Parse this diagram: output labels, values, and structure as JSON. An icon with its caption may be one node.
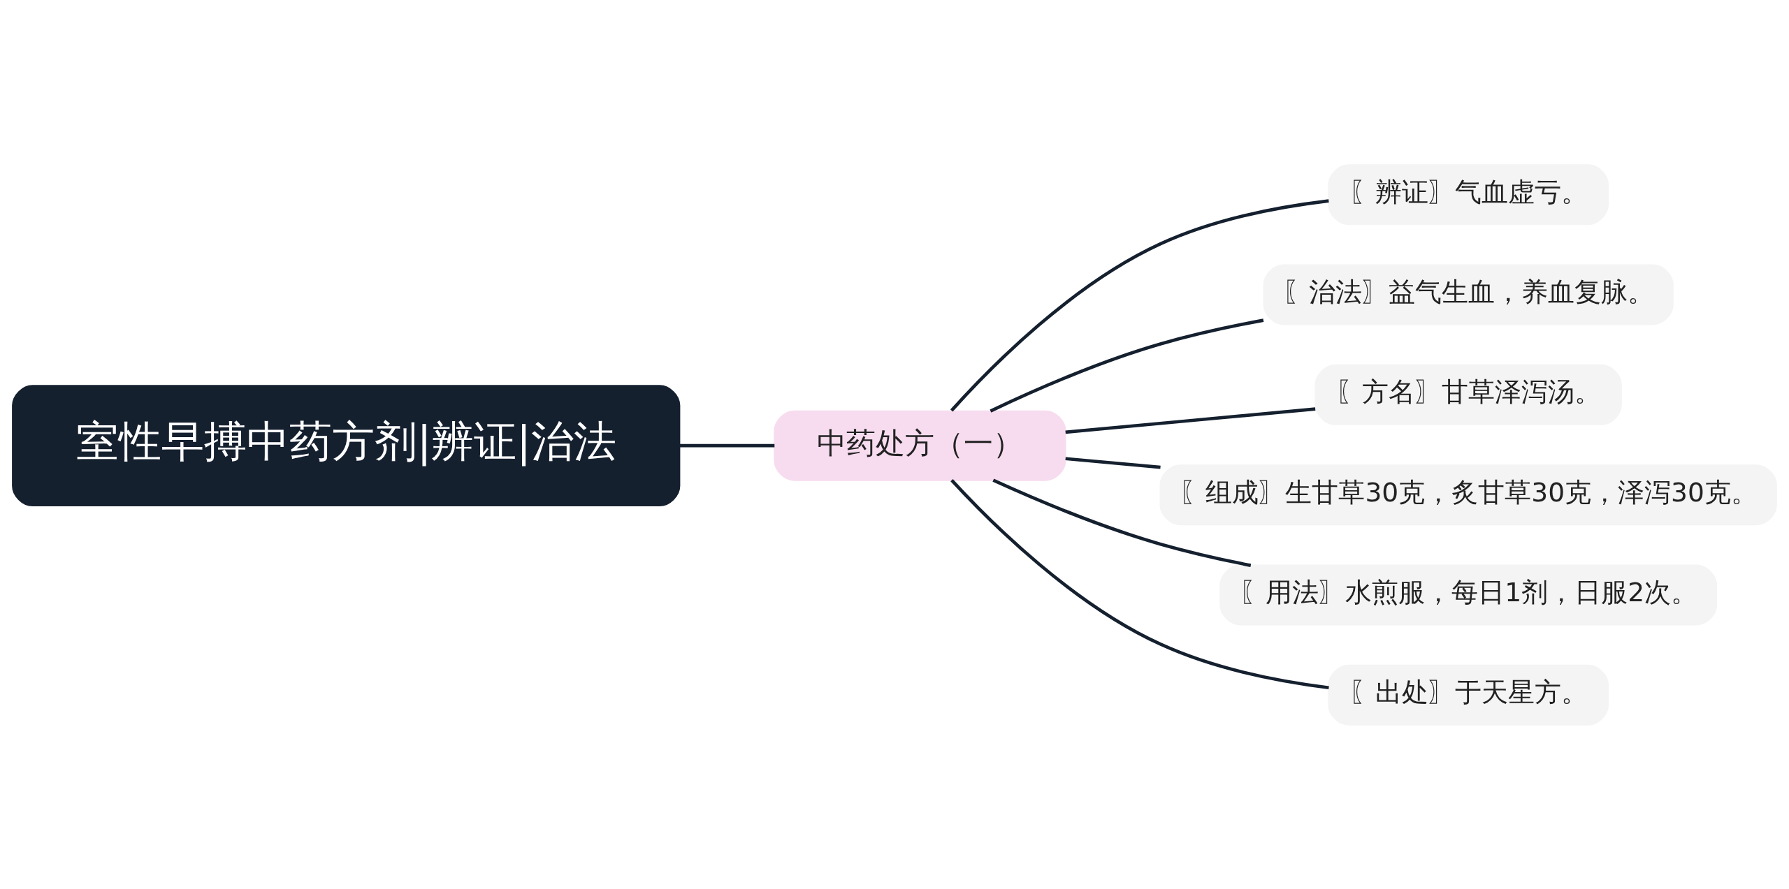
{
  "diagram": {
    "nodes": [
      {
        "text": [
          "室性早搏中药方剂|辨证|治法"
        ]
      },
      {
        "text": [
          "中药处方（一）"
        ]
      },
      {
        "text": [
          "〖辨证〗气血虚亏。"
        ]
      },
      {
        "text": [
          "〖治法〗益气生血，养血复脉。"
        ]
      },
      {
        "text": [
          "〖方名〗甘草泽泻汤。"
        ]
      },
      {
        "text": [
          "〖组成〗生甘草30克，炙甘草30克，泽泻30克。"
        ]
      },
      {
        "text": [
          "〖用法〗水煎服，每日1剂，日服2次。"
        ]
      },
      {
        "text": [
          "〖出处〗于天星方。"
        ]
      }
    ],
    "edges": [
      {
        "from": 0,
        "to": 1,
        "arrow": "none"
      },
      {
        "from": 1,
        "to": 2,
        "arrow": "none"
      },
      {
        "from": 1,
        "to": 3,
        "arrow": "none"
      },
      {
        "from": 1,
        "to": 4,
        "arrow": "none"
      },
      {
        "from": 1,
        "to": 5,
        "arrow": "none"
      },
      {
        "from": 1,
        "to": 6,
        "arrow": "none"
      },
      {
        "from": 1,
        "to": 7,
        "arrow": "none"
      }
    ]
  }
}
